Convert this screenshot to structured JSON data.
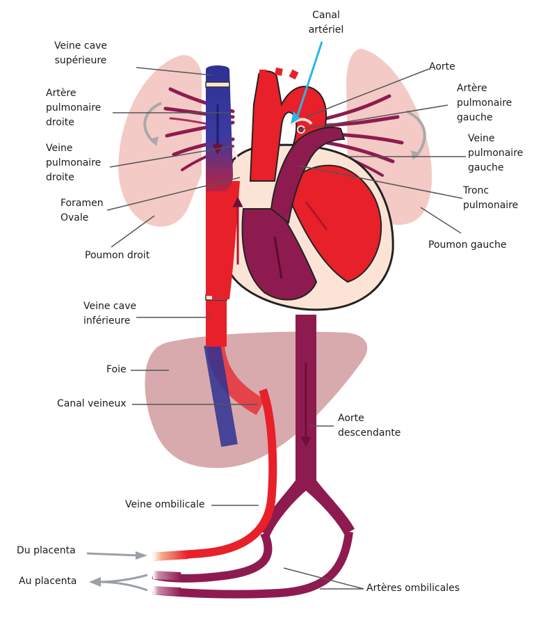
{
  "labels": {
    "veine_cave_sup": [
      "Veine cave",
      "supérieure"
    ],
    "artere_pulm_droite": [
      "Artère",
      "pulmonaire",
      "droite"
    ],
    "veine_pulm_droite": [
      "Veine",
      "pulmonaire",
      "droite"
    ],
    "foramen_ovale": [
      "Foramen",
      "Ovale"
    ],
    "poumon_droit": "Poumon droit",
    "canal_arteriel": [
      "Canal",
      "artériel"
    ],
    "aorte": "Aorte",
    "artere_pulm_gauche": [
      "Artère",
      "pulmonaire",
      "gauche"
    ],
    "veine_pulm_gauche": [
      "Veine",
      "pulmonaire",
      "gauche"
    ],
    "tronc_pulmonaire": [
      "Tronc",
      "pulmonaire"
    ],
    "poumon_gauche": "Poumon gauche",
    "veine_cave_inf": [
      "Veine cave",
      "inférieure"
    ],
    "foie": "Foie",
    "canal_veineux": "Canal veineux",
    "aorte_descendante": [
      "Aorte",
      "descendante"
    ],
    "veine_ombilicale": "Veine ombilicale",
    "du_placenta": "Du placenta",
    "au_placenta": "Au placenta",
    "arteres_ombilicales": "Artères ombilicales"
  },
  "colors": {
    "oxygenated": "#e8202a",
    "deoxygenated": "#2e3192",
    "mixed": "#8e1b4f",
    "lung": "#f2c4c0",
    "liver": "#b8646a",
    "heart_wall": "#fbe3d6",
    "leader_line": "#555555",
    "highlight_arrow": "#29b6e6"
  }
}
